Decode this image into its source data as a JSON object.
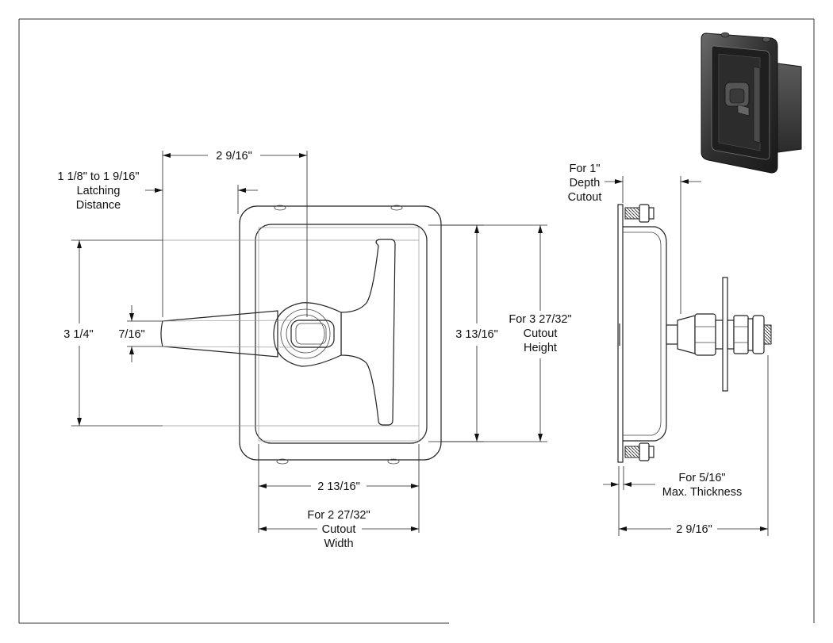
{
  "dimensions": {
    "top_width": "2 9/16\"",
    "latching_line1": "1 1/8\" to 1 9/16\"",
    "latching_line2": "Latching",
    "latching_line3": "Distance",
    "overall_height": "3 1/4\"",
    "handle_thickness": "7/16\"",
    "inner_height": "3 13/16\"",
    "cutout_height_line1": "For 3 27/32\"",
    "cutout_height_line2": "Cutout",
    "cutout_height_line3": "Height",
    "inner_width": "2 13/16\"",
    "cutout_width_line1": "For 2 27/32\"",
    "cutout_width_line2": "Cutout",
    "cutout_width_line3": "Width",
    "depth_line1": "For 1\"",
    "depth_line2": "Depth",
    "depth_line3": "Cutout",
    "thickness_line1": "For 5/16\"",
    "thickness_line2": "Max. Thickness",
    "side_depth": "2 9/16\""
  },
  "colors": {
    "line": "#222222",
    "photo_metal": "#3a3a3a"
  }
}
